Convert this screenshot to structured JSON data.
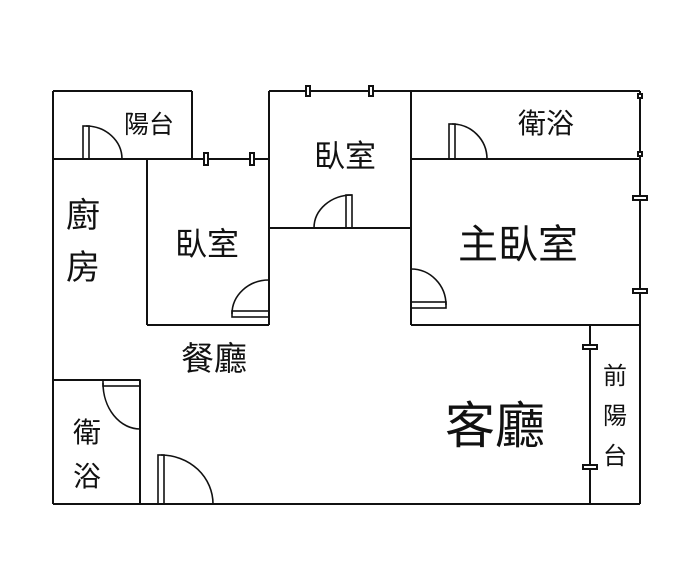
{
  "floorplan": {
    "colors": {
      "wall": "#111111",
      "background": "#ffffff"
    },
    "rooms": {
      "balcony_top": "陽台",
      "bedroom_top": "臥室",
      "bathroom_top": "衛浴",
      "kitchen": [
        "廚",
        "房"
      ],
      "bedroom_middle": "臥室",
      "master_bedroom": "主臥室",
      "dining": "餐廳",
      "living": "客廳",
      "bathroom_left": [
        "衛",
        "浴"
      ],
      "front_balcony": [
        "前",
        "陽",
        "台"
      ]
    }
  }
}
